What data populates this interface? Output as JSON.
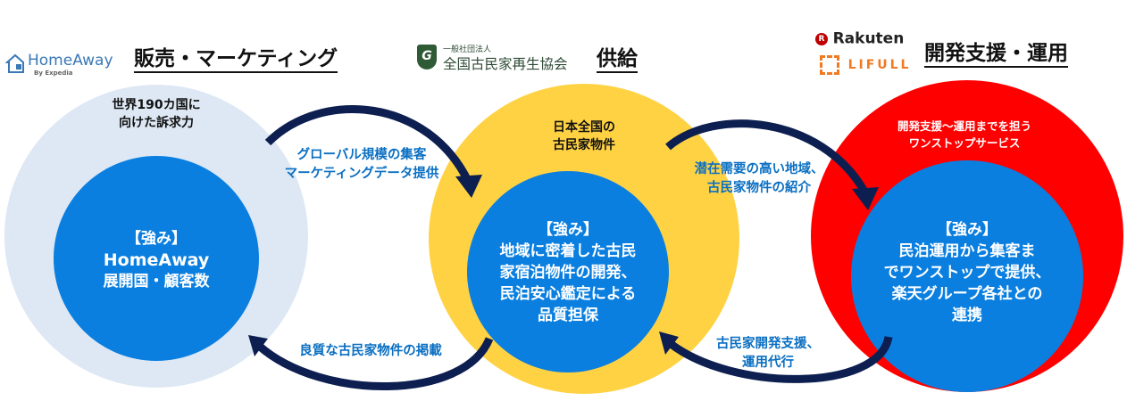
{
  "colors": {
    "outer_left": "#dde8f4",
    "outer_mid": "#ffd243",
    "outer_right": "#ff0000",
    "inner": "#0a7fe0",
    "arrow": "#0d1f50",
    "flow_text": "#0a6fc2"
  },
  "left": {
    "logo_text": "HomeAway",
    "logo_sub": "By Expedia",
    "heading": "販売・マーケティング",
    "outer_lines": [
      "世界190カ国に",
      "向けた訴求力"
    ],
    "inner_lines": [
      "【強み】",
      "HomeAway",
      "展開国・顧客数"
    ]
  },
  "middle": {
    "logo_small": "一般社団法人",
    "logo_text": "全国古民家再生協会",
    "heading": "供給",
    "outer_lines": [
      "日本全国の",
      "古民家物件"
    ],
    "inner_lines": [
      "【強み】",
      "地域に密着した古民",
      "家宿泊物件の開発、",
      "民泊安心鑑定による",
      "品質担保"
    ]
  },
  "right": {
    "logo_rakuten": "Rakuten",
    "logo_lifull": "LIFULL",
    "heading": "開発支援・運用",
    "outer_lines": [
      "開発支援～運用までを担う",
      "ワンストップサービス"
    ],
    "inner_lines": [
      "【強み】",
      "民泊運用から集客ま",
      "でワンストップで提供、",
      "楽天グループ各社との",
      "連携"
    ]
  },
  "flows": {
    "top_left": [
      "グローバル規模の集客",
      "マーケティングデータ提供"
    ],
    "bottom_left": [
      "良質な古民家物件の掲載"
    ],
    "top_right": [
      "潜在需要の高い地域、",
      "古民家物件の紹介"
    ],
    "bottom_right": [
      "古民家開発支援、",
      "運用代行"
    ]
  }
}
